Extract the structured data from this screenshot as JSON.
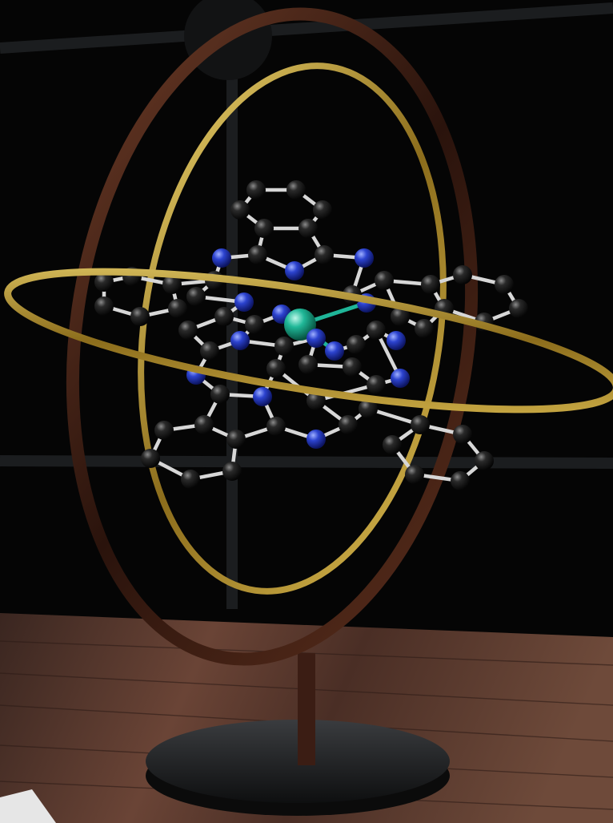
{
  "scene": {
    "kind": "3D rendered molecular model on an armillary-style stand",
    "colors": {
      "background": "#050505",
      "window_frame": "#1b1d1f",
      "table_wood": "#5a3a30",
      "outer_ring": "#3a1e14",
      "inner_ring": "#9a7a2a",
      "horizontal_ring": "#b8942e",
      "stand_pole": "#3b1d14",
      "stand_base": "#1e2022",
      "carbon_atom": "#1a1a1a",
      "nitrogen_atom": "#2a3fc8",
      "metal_atom": "#1fb598",
      "bond": "#d7d7d7"
    },
    "atom_types": [
      "carbon",
      "nitrogen",
      "metal-center"
    ],
    "icons": [
      "molecule-icon"
    ]
  }
}
